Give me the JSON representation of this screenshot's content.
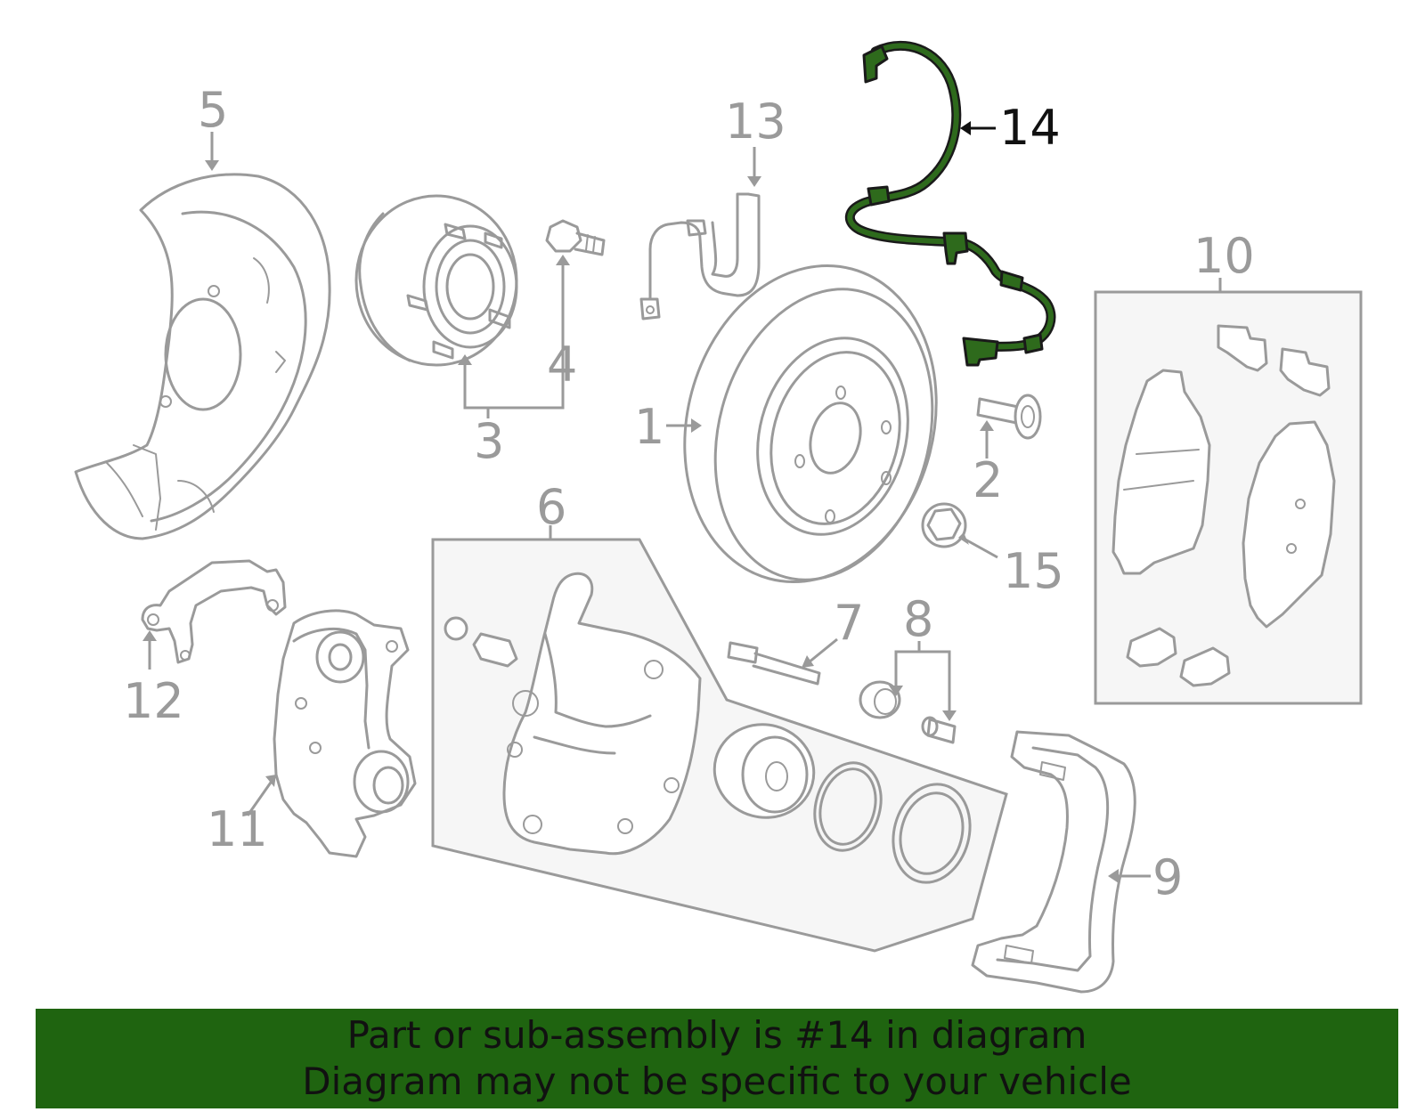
{
  "callouts": {
    "c1": "1",
    "c2": "2",
    "c3": "3",
    "c4": "4",
    "c5": "5",
    "c6": "6",
    "c7": "7",
    "c8": "8",
    "c9": "9",
    "c10": "10",
    "c11": "11",
    "c12": "12",
    "c13": "13",
    "c14": "14",
    "c15": "15"
  },
  "highlighted_part": "14",
  "colors": {
    "part_line": "#9a9a9a",
    "highlight_fill": "#2e6a1c",
    "highlight_outline": "#1a1a1a",
    "banner_background": "#1f6410",
    "banner_text": "#111111"
  },
  "banner": {
    "line1": "Part or sub-assembly is #14 in diagram",
    "line2": "Diagram may not be specific to your vehicle"
  }
}
